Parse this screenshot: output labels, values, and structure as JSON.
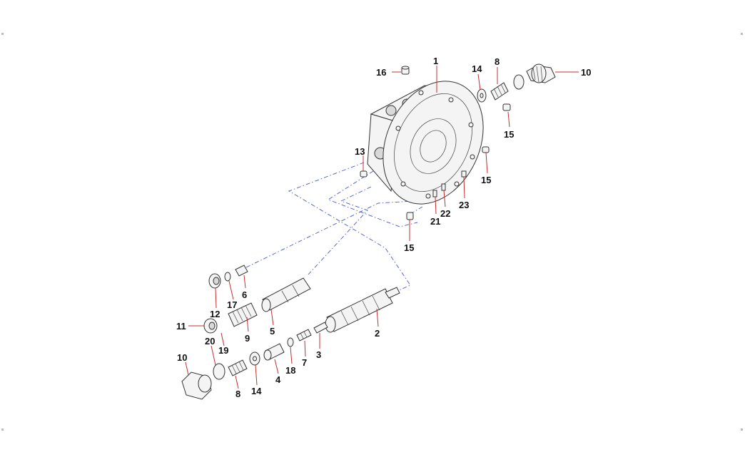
{
  "diagram": {
    "title": "",
    "callouts": [
      {
        "id": "c1",
        "label": "1"
      },
      {
        "id": "c16",
        "label": "16"
      },
      {
        "id": "c14a",
        "label": "14"
      },
      {
        "id": "c8a",
        "label": "8"
      },
      {
        "id": "c10a",
        "label": "10"
      },
      {
        "id": "c15a",
        "label": "15"
      },
      {
        "id": "c13",
        "label": "13"
      },
      {
        "id": "c15b",
        "label": "15"
      },
      {
        "id": "c23",
        "label": "23"
      },
      {
        "id": "c22",
        "label": "22"
      },
      {
        "id": "c21",
        "label": "21"
      },
      {
        "id": "c15c",
        "label": "15"
      },
      {
        "id": "c6",
        "label": "6"
      },
      {
        "id": "c12",
        "label": "12"
      },
      {
        "id": "c17",
        "label": "17"
      },
      {
        "id": "c5",
        "label": "5"
      },
      {
        "id": "c9",
        "label": "9"
      },
      {
        "id": "c2",
        "label": "2"
      },
      {
        "id": "c11",
        "label": "11"
      },
      {
        "id": "c20",
        "label": "20"
      },
      {
        "id": "c19",
        "label": "19"
      },
      {
        "id": "c3",
        "label": "3"
      },
      {
        "id": "c7",
        "label": "7"
      },
      {
        "id": "c18",
        "label": "18"
      },
      {
        "id": "c4",
        "label": "4"
      },
      {
        "id": "c14b",
        "label": "14"
      },
      {
        "id": "c8b",
        "label": "8"
      },
      {
        "id": "c10b",
        "label": "10"
      }
    ]
  }
}
